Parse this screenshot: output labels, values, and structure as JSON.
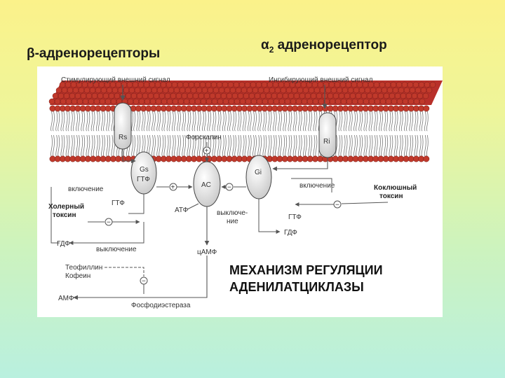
{
  "titles": {
    "beta": "β-адренорецепторы",
    "alpha_prefix": "α",
    "alpha_sub": "2",
    "alpha_suffix": " адренорецептор"
  },
  "caption": {
    "line1": "МЕХАНИЗМ РЕГУЛЯЦИИ",
    "line2": "АДЕНИЛАТЦИКЛАЗЫ"
  },
  "diagram": {
    "stimulating_signal": "Стимулирующий внешний сигнал",
    "inhibiting_signal": "Ингибирующий внешний сигнал",
    "rs": "Rs",
    "ri": "Ri",
    "forskolin": "Форскалин",
    "gs": "Gs",
    "gs_gtp": "ГТФ",
    "ac": "AC",
    "gi": "Gi",
    "on_left": "включение",
    "on_right": "включение",
    "cholera_toxin_1": "Холерный",
    "cholera_toxin_2": "токсин",
    "pertussis_toxin_1": "Коклюшный",
    "pertussis_toxin_2": "токсин",
    "gtp_left": "ГТФ",
    "gtp_right": "ГТФ",
    "atp": "АТФ",
    "off_mid_1": "выключе-",
    "off_mid_2": "ние",
    "gdp_left": "ГДФ",
    "gdp_right": "ГДФ",
    "off_left": "выключение",
    "camp": "цАМФ",
    "theophylline": "Теофиллин",
    "caffeine": "Кофеин",
    "amp": "АМФ",
    "phosphodiesterase": "Фосфодиэстераза",
    "plus": "+",
    "minus": "−"
  },
  "colors": {
    "lipid_head": "#c0392b",
    "lipid_top": "#b8302a",
    "protein_fill": "#e4e4e4",
    "line": "#555555"
  }
}
